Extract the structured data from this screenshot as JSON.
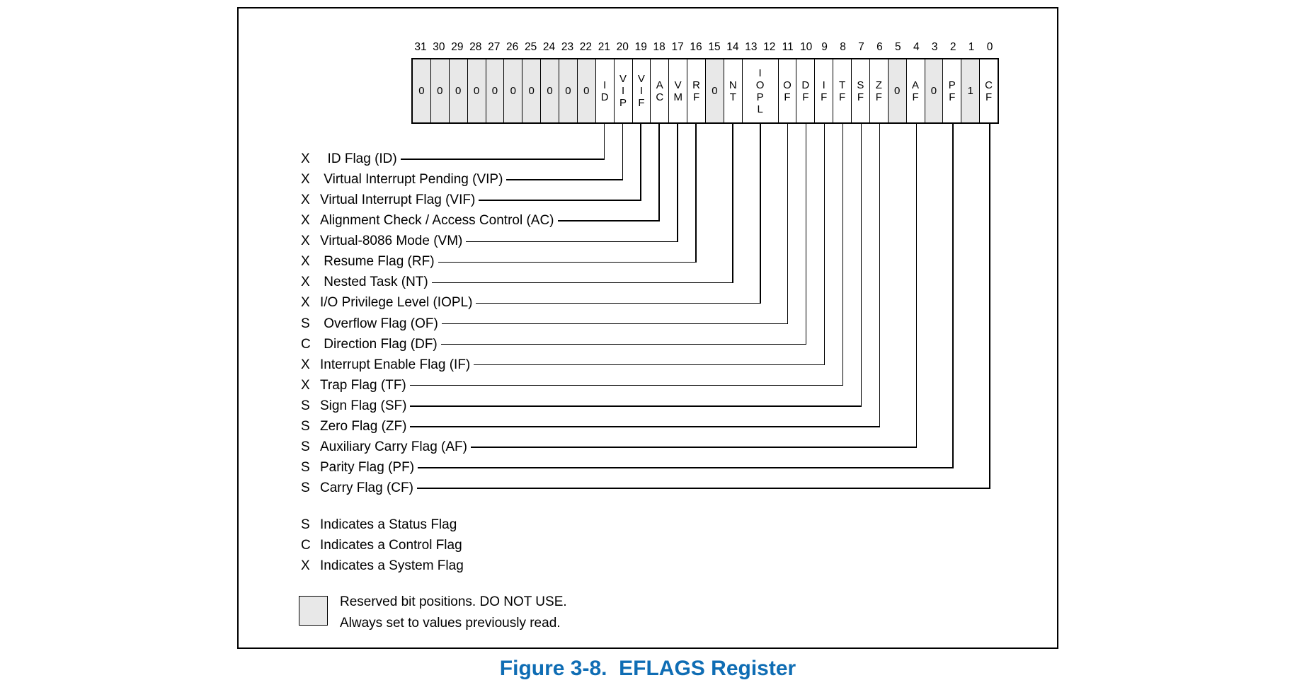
{
  "register": {
    "bit_numbers": [
      "31",
      "30",
      "29",
      "28",
      "27",
      "26",
      "25",
      "24",
      "23",
      "22",
      "21",
      "20",
      "19",
      "18",
      "17",
      "16",
      "15",
      "14",
      "13",
      "12",
      "11",
      "10",
      "9",
      "8",
      "7",
      "6",
      "5",
      "4",
      "3",
      "2",
      "1",
      "0"
    ],
    "cells": [
      {
        "bits": "31",
        "value": "0",
        "reserved": true,
        "span": 1
      },
      {
        "bits": "30",
        "value": "0",
        "reserved": true,
        "span": 1
      },
      {
        "bits": "29",
        "value": "0",
        "reserved": true,
        "span": 1
      },
      {
        "bits": "28",
        "value": "0",
        "reserved": true,
        "span": 1
      },
      {
        "bits": "27",
        "value": "0",
        "reserved": true,
        "span": 1
      },
      {
        "bits": "26",
        "value": "0",
        "reserved": true,
        "span": 1
      },
      {
        "bits": "25",
        "value": "0",
        "reserved": true,
        "span": 1
      },
      {
        "bits": "24",
        "value": "0",
        "reserved": true,
        "span": 1
      },
      {
        "bits": "23",
        "value": "0",
        "reserved": true,
        "span": 1
      },
      {
        "bits": "22",
        "value": "0",
        "reserved": true,
        "span": 1
      },
      {
        "bits": "21",
        "value": "ID",
        "reserved": false,
        "span": 1
      },
      {
        "bits": "20",
        "value": "VIP",
        "reserved": false,
        "span": 1
      },
      {
        "bits": "19",
        "value": "VIF",
        "reserved": false,
        "span": 1
      },
      {
        "bits": "18",
        "value": "AC",
        "reserved": false,
        "span": 1
      },
      {
        "bits": "17",
        "value": "VM",
        "reserved": false,
        "span": 1
      },
      {
        "bits": "16",
        "value": "RF",
        "reserved": false,
        "span": 1
      },
      {
        "bits": "15",
        "value": "0",
        "reserved": true,
        "span": 1
      },
      {
        "bits": "14",
        "value": "NT",
        "reserved": false,
        "span": 1
      },
      {
        "bits": "13 12",
        "value": "IOPL",
        "reserved": false,
        "span": 2
      },
      {
        "bits": "11",
        "value": "OF",
        "reserved": false,
        "span": 1
      },
      {
        "bits": "10",
        "value": "DF",
        "reserved": false,
        "span": 1
      },
      {
        "bits": "9",
        "value": "IF",
        "reserved": false,
        "span": 1
      },
      {
        "bits": "8",
        "value": "TF",
        "reserved": false,
        "span": 1
      },
      {
        "bits": "7",
        "value": "SF",
        "reserved": false,
        "span": 1
      },
      {
        "bits": "6",
        "value": "ZF",
        "reserved": false,
        "span": 1
      },
      {
        "bits": "5",
        "value": "0",
        "reserved": true,
        "span": 1
      },
      {
        "bits": "4",
        "value": "AF",
        "reserved": false,
        "span": 1
      },
      {
        "bits": "3",
        "value": "0",
        "reserved": true,
        "span": 1
      },
      {
        "bits": "2",
        "value": "PF",
        "reserved": false,
        "span": 1
      },
      {
        "bits": "1",
        "value": "1",
        "reserved": true,
        "span": 1
      },
      {
        "bits": "0",
        "value": "CF",
        "reserved": false,
        "span": 1
      }
    ]
  },
  "flags": [
    {
      "type": "X",
      "name": "  ID Flag (ID)",
      "bit": 21
    },
    {
      "type": "X",
      "name": " Virtual Interrupt Pending (VIP)",
      "bit": 20
    },
    {
      "type": "X",
      "name": "Virtual Interrupt Flag (VIF)",
      "bit": 19
    },
    {
      "type": "X",
      "name": "Alignment Check / Access Control (AC)",
      "bit": 18
    },
    {
      "type": "X",
      "name": "Virtual-8086 Mode (VM)",
      "bit": 17
    },
    {
      "type": "X",
      "name": " Resume Flag (RF)",
      "bit": 16
    },
    {
      "type": "X",
      "name": " Nested Task (NT)",
      "bit": 14
    },
    {
      "type": "X",
      "name": "I/O Privilege Level (IOPL)",
      "bit": 12.5
    },
    {
      "type": "S",
      "name": " Overflow Flag (OF)",
      "bit": 11
    },
    {
      "type": "C",
      "name": " Direction Flag (DF)",
      "bit": 10
    },
    {
      "type": "X",
      "name": "Interrupt Enable Flag (IF)",
      "bit": 9
    },
    {
      "type": "X",
      "name": "Trap Flag (TF)",
      "bit": 8
    },
    {
      "type": "S",
      "name": "Sign Flag (SF)",
      "bit": 7
    },
    {
      "type": "S",
      "name": "Zero Flag (ZF)",
      "bit": 6
    },
    {
      "type": "S",
      "name": "Auxiliary Carry Flag (AF)",
      "bit": 4
    },
    {
      "type": "S",
      "name": "Parity Flag (PF)",
      "bit": 2
    },
    {
      "type": "S",
      "name": "Carry Flag (CF)",
      "bit": 0
    }
  ],
  "legend": [
    {
      "symbol": "S",
      "text": "Indicates a Status Flag"
    },
    {
      "symbol": "C",
      "text": "Indicates a Control Flag"
    },
    {
      "symbol": "X",
      "text": "Indicates a System Flag"
    }
  ],
  "reserved_note": {
    "line1": "Reserved bit positions. DO NOT USE.",
    "line2": "Always set to values previously read."
  },
  "caption": "Figure 3-8.  EFLAGS Register",
  "colors": {
    "caption_blue": "#0f6db4",
    "reserved_fill": "#e8e8e8",
    "line_black": "#000000"
  }
}
